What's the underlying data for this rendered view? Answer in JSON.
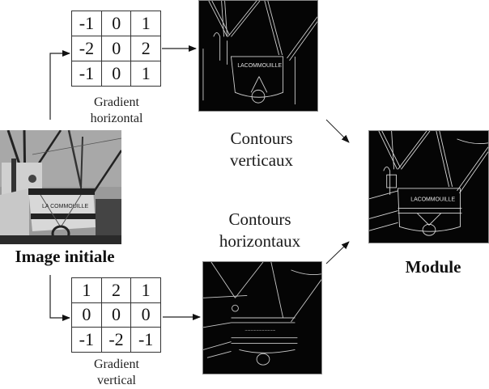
{
  "diagram": {
    "input": {
      "title": "Image initiale",
      "image": "boat-photo-grayscale",
      "image_text": "LA COMMOUILLE"
    },
    "kernels": [
      {
        "id": "horizontal",
        "caption_line1": "Gradient",
        "caption_line2": "horizontal",
        "matrix": [
          [
            "-1",
            "0",
            "1"
          ],
          [
            "-2",
            "0",
            "2"
          ],
          [
            "-1",
            "0",
            "1"
          ]
        ]
      },
      {
        "id": "vertical",
        "caption_line1": "Gradient",
        "caption_line2": "vertical",
        "matrix": [
          [
            "1",
            "2",
            "1"
          ],
          [
            "0",
            "0",
            "0"
          ],
          [
            "-1",
            "-2",
            "-1"
          ]
        ]
      }
    ],
    "outputs": {
      "vertical_edges": {
        "label_line1": "Contours",
        "label_line2": "verticaux",
        "image": "vertical-edge-map"
      },
      "horizontal_edges": {
        "label_line1": "Contours",
        "label_line2": "horizontaux",
        "image": "horizontal-edge-map"
      },
      "magnitude": {
        "title": "Module",
        "image": "gradient-magnitude-map"
      }
    },
    "flow": [
      "Image initiale -> Gradient horizontal",
      "Image initiale -> Gradient vertical",
      "Gradient horizontal -> Contours verticaux",
      "Gradient vertical -> Contours horizontaux",
      "Contours verticaux -> Module",
      "Contours horizontaux -> Module"
    ],
    "colors": {
      "background": "#ffffff",
      "lines": "#222222",
      "edge_bg": "#050505",
      "edge_line": "#d8d8d8",
      "photo_gray": "#8e8e8e"
    }
  }
}
